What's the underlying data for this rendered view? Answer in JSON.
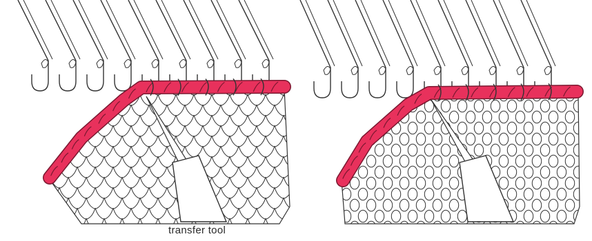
{
  "caption": "transfer tool",
  "colors": {
    "ink": "#333333",
    "knit_fill": "#ffffff",
    "cast_on_band": "#e8315c",
    "band_outline": "#7a1830",
    "background": "#ffffff"
  },
  "panels": [
    {
      "name": "left",
      "needle_count": 9,
      "stitch_style": "stockinette-v"
    },
    {
      "name": "right",
      "needle_count": 9,
      "stitch_style": "stockinette-loops"
    }
  ]
}
